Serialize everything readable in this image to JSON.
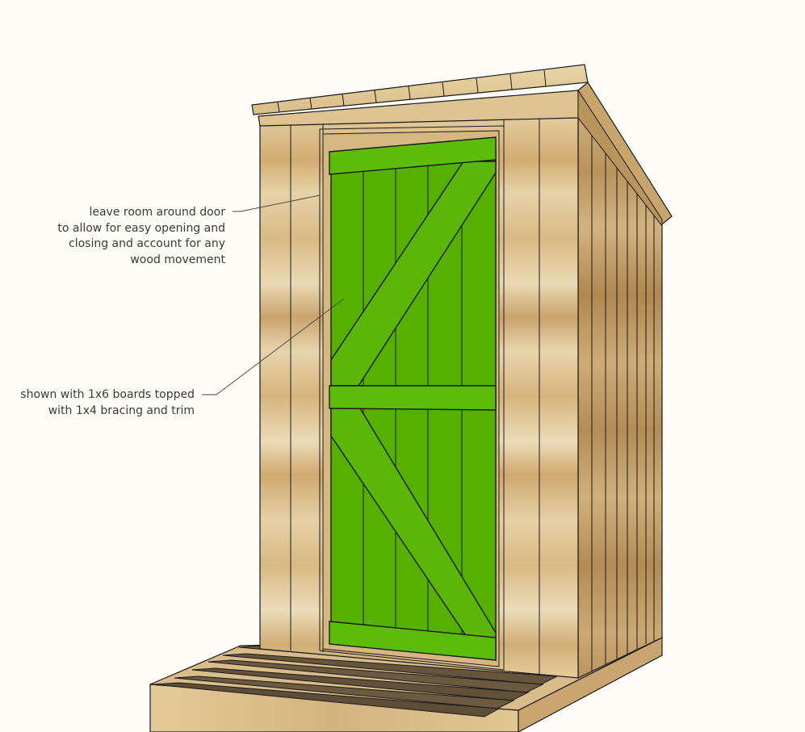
{
  "annotations": {
    "door_gap": {
      "lines": [
        "leave room around door",
        "to allow for easy opening and",
        "closing and account for any",
        "wood movement"
      ]
    },
    "door_material": {
      "lines": [
        "shown with 1x6 boards topped",
        "with 1x4 bracing and trim"
      ]
    }
  },
  "colors": {
    "background": "#fdfcf7",
    "wood_light": "#e2c994",
    "wood_mid": "#d4b27a",
    "wood_dark": "#b58e58",
    "door_green": "#55b000",
    "door_green_dark": "#3f8a00",
    "floor_plank": "#6b5a40",
    "outline": "#1a1a1a"
  }
}
